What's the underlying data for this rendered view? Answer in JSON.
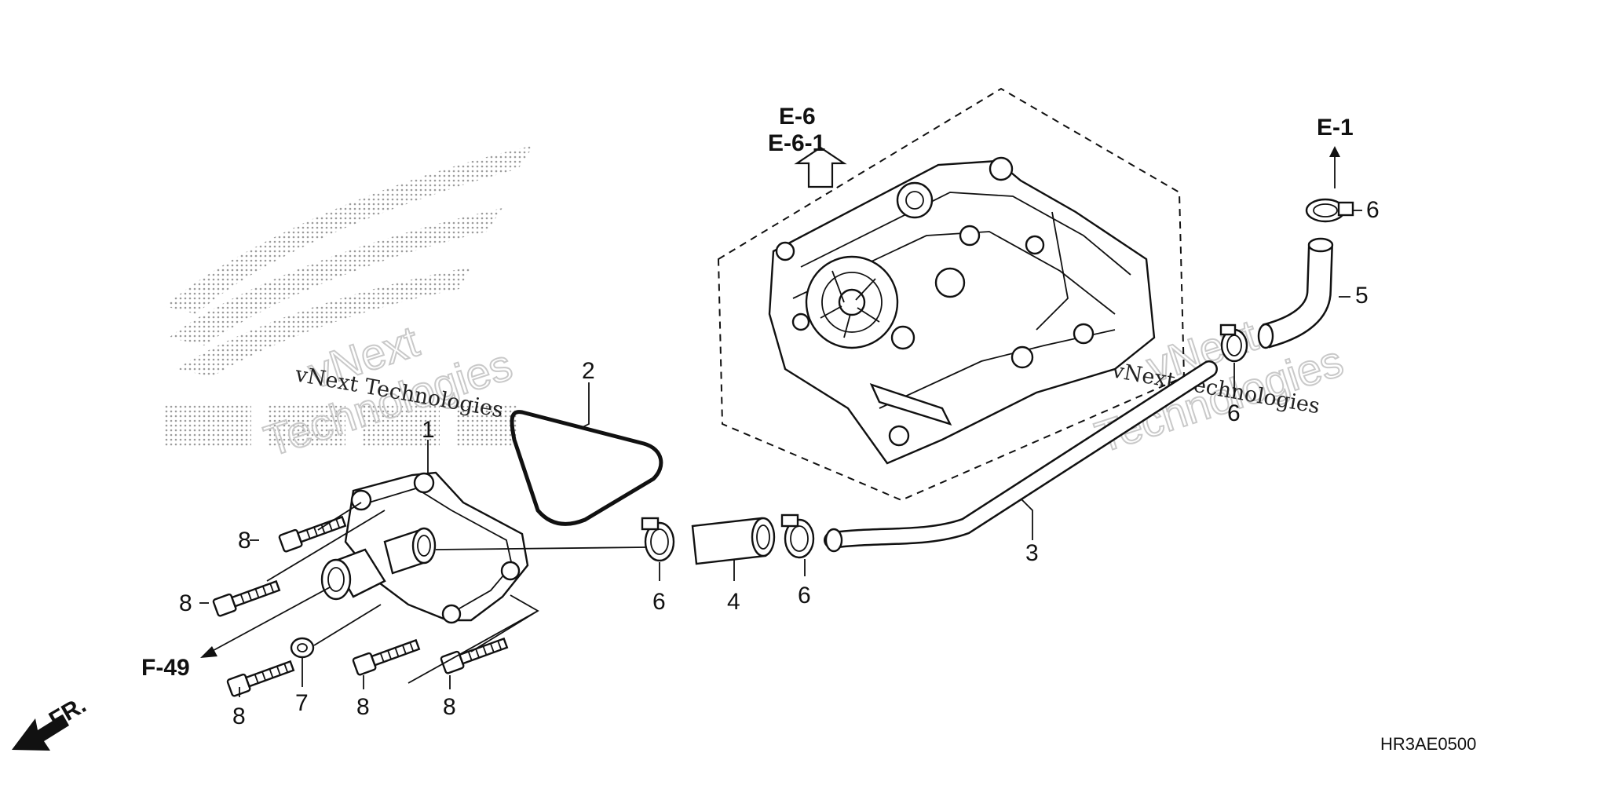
{
  "diagram": {
    "diagram_code": "HR3AE0500",
    "front_label": "FR.",
    "watermark_text": "vNext Technologies",
    "watermark_big_line1": "vNext",
    "watermark_big_line2": "Technologies",
    "refs": {
      "e6": "E-6",
      "e61": "E-6-1",
      "e1": "E-1",
      "f49": "F-49"
    },
    "callouts": {
      "c1": "1",
      "c2": "2",
      "c3": "3",
      "c4": "4",
      "c5": "5",
      "c6_top": "6",
      "c6_mid": "6",
      "c6_left": "6",
      "c6_center": "6",
      "c7": "7",
      "c8_a": "8",
      "c8_b": "8",
      "c8_c": "8",
      "c8_d": "8",
      "c8_e": "8"
    }
  }
}
